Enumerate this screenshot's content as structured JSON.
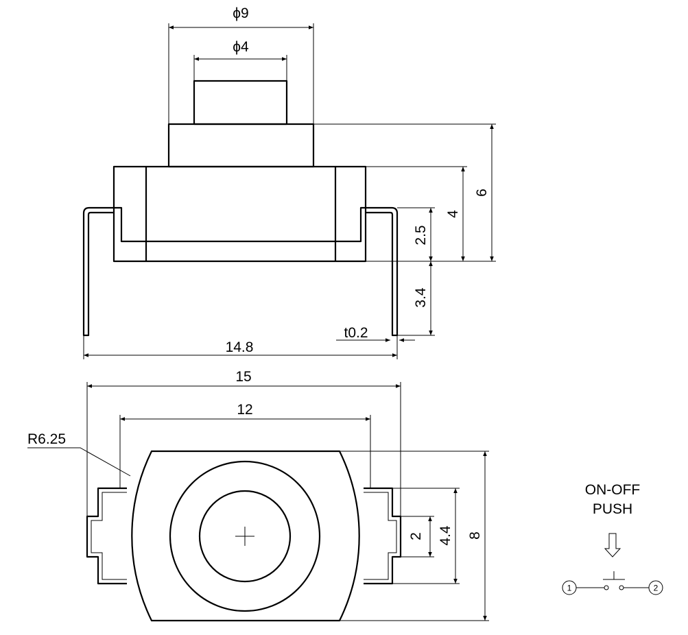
{
  "side_view": {
    "dims": {
      "phi9": "ϕ9",
      "phi4": "ϕ4",
      "h6": "6",
      "h4": "4",
      "h25": "2.5",
      "h34": "3.4",
      "t02": "t0.2",
      "w148": "14.8"
    }
  },
  "top_view": {
    "dims": {
      "w15": "15",
      "w12": "12",
      "r625": "R6.25",
      "h8": "8",
      "h44": "4.4",
      "h2": "2"
    }
  },
  "schematic": {
    "line1": "ON-OFF",
    "line2": "PUSH",
    "pin1": "1",
    "pin2": "2"
  }
}
